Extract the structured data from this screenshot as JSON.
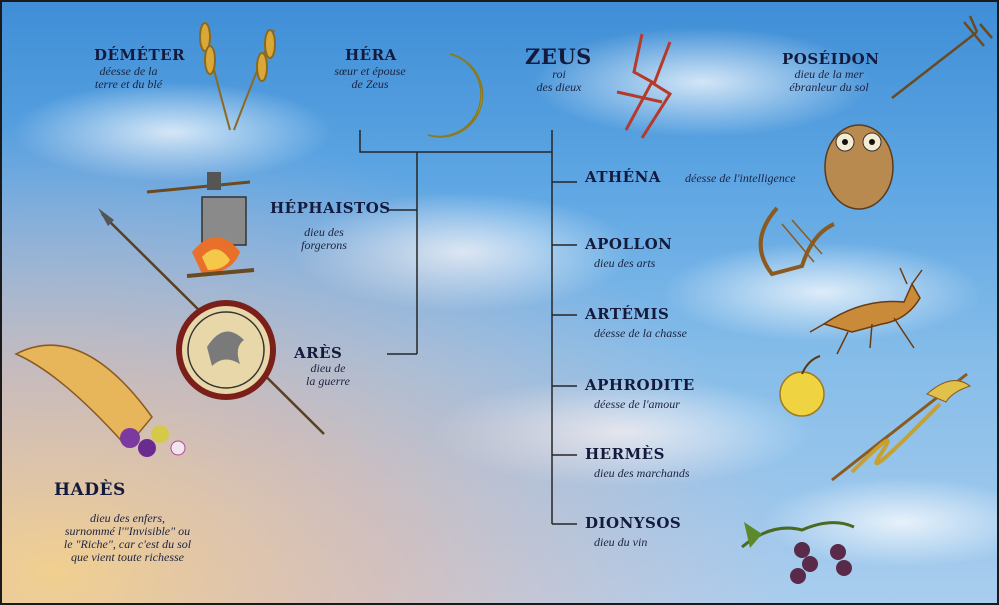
{
  "gods": {
    "demeter": {
      "name": "DÉMÉTER",
      "desc": "déesse de la\nterre et du blé"
    },
    "hera": {
      "name": "HÉRA",
      "desc": "sœur et épouse\nde Zeus"
    },
    "zeus": {
      "name": "ZEUS",
      "desc": "roi\ndes dieux"
    },
    "poseidon": {
      "name": "POSÉIDON",
      "desc": "dieu de la mer\nébranleur du sol"
    },
    "hephaistos": {
      "name": "HÉPHAISTOS",
      "desc": "dieu des\nforgerons"
    },
    "ares": {
      "name": "ARÈS",
      "desc": "dieu de\nla guerre"
    },
    "hades": {
      "name": "HADÈS",
      "desc": "dieu des enfers,\nsurnommé l'\"Invisible\" ou\nle \"Riche\", car c'est du sol\nque vient toute richesse"
    },
    "athena": {
      "name": "ATHÉNA",
      "desc": "déesse de l'intelligence"
    },
    "apollon": {
      "name": "APOLLON",
      "desc": "dieu des arts"
    },
    "artemis": {
      "name": "ARTÉMIS",
      "desc": "déesse de la chasse"
    },
    "aphrodite": {
      "name": "APHRODITE",
      "desc": "déesse de l'amour"
    },
    "hermes": {
      "name": "HERMÈS",
      "desc": "dieu des marchands"
    },
    "dionysos": {
      "name": "DIONYSOS",
      "desc": "dieu du vin"
    }
  },
  "colors": {
    "sky_top": "#3f8ed6",
    "sky_bottom": "#a9cdee",
    "text": "#141a3c",
    "line": "#262626",
    "glow": "#f2c27a"
  }
}
